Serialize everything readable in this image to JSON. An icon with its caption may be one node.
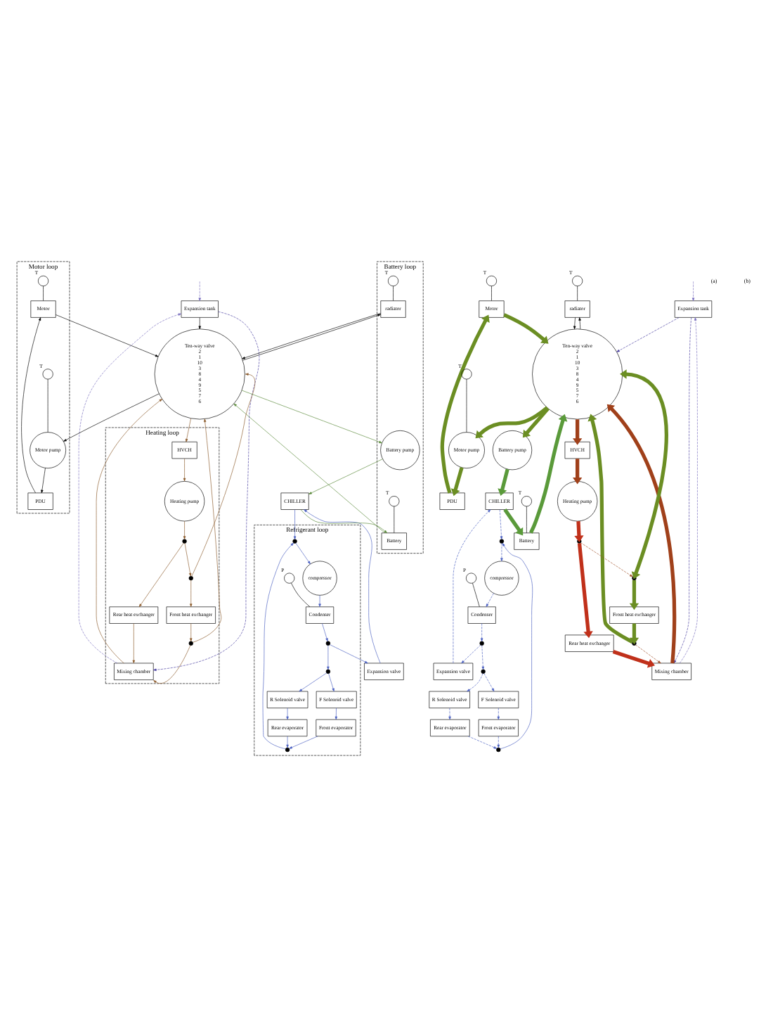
{
  "diagram": {
    "nodes": [
      {
        "text": [
          "Motor loop"
        ]
      },
      {
        "text": [
          "Motor"
        ],
        "in": 0
      },
      {
        "text": [
          "PDU"
        ],
        "in": 0
      },
      {
        "text": [
          "Motor pump"
        ],
        "in": 0
      },
      {
        "text": [],
        "shape": "circle",
        "beside": [
          "T"
        ],
        "in": 0
      },
      {
        "text": [],
        "shape": "circle",
        "beside": [
          "T"
        ],
        "in": 0
      },
      {
        "text": [
          "Expansion tank"
        ]
      },
      {
        "text": [
          "Refrigerant loop"
        ]
      },
      {
        "text": [
          "R Solenoid valve"
        ],
        "in": 7
      },
      {
        "text": [
          "F Solenoid valve"
        ],
        "in": 7
      },
      {
        "text": [
          "Rear evaporator"
        ],
        "in": 7
      },
      {
        "text": [
          "Front evaporator"
        ],
        "in": 7
      },
      {
        "text": [
          "Condenser"
        ],
        "in": 7
      },
      {
        "text": [
          "compressor"
        ],
        "in": 7
      },
      {
        "text": [],
        "shape": "circle",
        "beside": [
          "P"
        ],
        "in": 7
      },
      {
        "text": [
          "Expansion valve"
        ]
      },
      {
        "text": [],
        "shape": "dot",
        "in": 7
      },
      {
        "text": [],
        "shape": "dot",
        "in": 7
      },
      {
        "text": [],
        "shape": "dot",
        "in": 7
      },
      {
        "text": [],
        "shape": "dot",
        "in": 7
      },
      {
        "text": [
          "Battery loop"
        ]
      },
      {
        "text": [
          "Battery pump"
        ],
        "in": 20
      },
      {
        "text": [
          "CHILLER"
        ]
      },
      {
        "text": [
          "radiator"
        ],
        "in": 20
      },
      {
        "text": [],
        "shape": "circle",
        "beside": [
          "T"
        ],
        "in": 20
      },
      {
        "text": [],
        "shape": "circle",
        "beside": [
          "T"
        ],
        "in": 20
      },
      {
        "text": [
          "Battery"
        ],
        "in": 20
      },
      {
        "text": [
          "Heating loop"
        ]
      },
      {
        "text": [
          "Mixing chamber"
        ],
        "in": 27
      },
      {
        "text": [
          "Front heat exchanger"
        ],
        "in": 27
      },
      {
        "text": [
          "Rear heat exchanger"
        ],
        "in": 27
      },
      {
        "text": [
          "HVCH"
        ],
        "in": 27
      },
      {
        "text": [
          "Heating pump"
        ],
        "in": 27
      },
      {
        "text": [],
        "shape": "dot",
        "in": 27
      },
      {
        "text": [],
        "shape": "dot",
        "in": 27
      },
      {
        "text": [],
        "shape": "dot",
        "in": 27
      },
      {
        "text": [
          "Ten-way valve",
          "2",
          "1",
          "10",
          "3",
          "8",
          "4",
          "9",
          "5",
          "7",
          "6"
        ]
      },
      {
        "text": [
          "Motor"
        ]
      },
      {
        "text": [
          "PDU"
        ]
      },
      {
        "text": [
          "Motor pump"
        ]
      },
      {
        "text": [],
        "shape": "circle",
        "beside": [
          "T"
        ]
      },
      {
        "text": [],
        "shape": "circle",
        "beside": [
          "T"
        ]
      },
      {
        "text": [
          "Expansion tank"
        ]
      },
      {
        "text": [
          "R Solenoid valve"
        ]
      },
      {
        "text": [
          "F Solenoid valve"
        ]
      },
      {
        "text": [
          "Rear evaporator"
        ]
      },
      {
        "text": [
          "Front evaporator"
        ]
      },
      {
        "text": [
          "Condenser"
        ]
      },
      {
        "text": [
          "compressor"
        ]
      },
      {
        "text": [],
        "shape": "circle",
        "beside": [
          "P"
        ]
      },
      {
        "text": [
          "Expansion valve"
        ]
      },
      {
        "text": [],
        "shape": "dot"
      },
      {
        "text": [],
        "shape": "dot"
      },
      {
        "text": [],
        "shape": "dot"
      },
      {
        "text": [],
        "shape": "dot"
      },
      {
        "text": [
          "Battery pump"
        ]
      },
      {
        "text": [
          "CHILLER"
        ]
      },
      {
        "text": [
          "radiator"
        ]
      },
      {
        "text": [],
        "shape": "circle",
        "beside": [
          "T"
        ]
      },
      {
        "text": [],
        "shape": "circle",
        "beside": [
          "T"
        ]
      },
      {
        "text": [
          "Battery"
        ]
      },
      {
        "text": [
          "Mixing chamber"
        ]
      },
      {
        "text": [
          "Front heat exchanger"
        ]
      },
      {
        "text": [
          "Rear heat exchanger"
        ]
      },
      {
        "text": [
          "HVCH"
        ]
      },
      {
        "text": [
          "Heating pump"
        ]
      },
      {
        "text": [],
        "shape": "dot"
      },
      {
        "text": [],
        "shape": "dot"
      },
      {
        "text": [],
        "shape": "dot"
      },
      {
        "text": [
          "Ten-way valve",
          "2",
          "1",
          "10",
          "3",
          "8",
          "4",
          "9",
          "5",
          "7",
          "6"
        ]
      }
    ],
    "edges": [
      {
        "from": 17,
        "to": 16,
        "arrow": "to",
        "color": "#4a5fc1"
      },
      {
        "from": 16,
        "to": 8,
        "arrow": "to",
        "color": "#4a5fc1"
      },
      {
        "from": 8,
        "to": 10,
        "arrow": "to",
        "color": "#4a5fc1"
      },
      {
        "from": 16,
        "to": 9,
        "arrow": "to",
        "color": "#4a5fc1"
      },
      {
        "from": 9,
        "to": 11,
        "arrow": "to",
        "color": "#4a5fc1"
      },
      {
        "from": 10,
        "to": 18,
        "arrow": "to",
        "color": "#4a5fc1"
      },
      {
        "from": 11,
        "to": 18,
        "arrow": "to",
        "color": "#4a5fc1"
      },
      {
        "from": 18,
        "to": 19,
        "arrow": "to",
        "color": "#4a5fc1"
      },
      {
        "from": 19,
        "to": 13,
        "arrow": "to",
        "color": "#4a5fc1"
      },
      {
        "from": 13,
        "to": 12,
        "arrow": "to",
        "color": "#4a5fc1"
      },
      {
        "from": 12,
        "to": 17,
        "arrow": "to",
        "color": "#4a5fc1"
      },
      {
        "from": 14,
        "to": 12,
        "arrow": "none",
        "color": "#000000"
      },
      {
        "from": 17,
        "to": 15,
        "arrow": "to",
        "color": "#4a5fc1"
      },
      {
        "from": 15,
        "to": 22,
        "arrow": "to",
        "color": "#4a5fc1"
      },
      {
        "from": 22,
        "to": 19,
        "arrow": "to",
        "color": "#4a5fc1"
      },
      {
        "from": 1,
        "to": 36,
        "arrow": "to",
        "color": "#000000"
      },
      {
        "from": 6,
        "to": 36,
        "arrow": "to",
        "color": "#000000"
      },
      {
        "from": 4,
        "to": 1,
        "arrow": "none",
        "color": "#000000"
      },
      {
        "from": 36,
        "to": 3,
        "arrow": "to",
        "color": "#000000"
      },
      {
        "from": 3,
        "to": 2,
        "arrow": "to",
        "color": "#000000"
      },
      {
        "from": 2,
        "to": 1,
        "arrow": "to",
        "color": "#000000"
      },
      {
        "from": 5,
        "to": 3,
        "arrow": "none",
        "color": "#000000"
      },
      {
        "from": 36,
        "to": 21,
        "arrow": "to",
        "color": "#5a8a3a"
      },
      {
        "from": 21,
        "to": 22,
        "arrow": "to",
        "color": "#5a8a3a"
      },
      {
        "from": 36,
        "to": 23,
        "arrow": "to",
        "color": "#000000"
      },
      {
        "from": 23,
        "to": 36,
        "arrow": "to",
        "color": "#000000"
      },
      {
        "from": 24,
        "to": 23,
        "arrow": "none",
        "color": "#000000"
      },
      {
        "from": 22,
        "to": 26,
        "arrow": "to",
        "color": "#5a8a3a"
      },
      {
        "from": 25,
        "to": 26,
        "arrow": "none",
        "color": "#000000"
      },
      {
        "from": 26,
        "to": 36,
        "arrow": "to",
        "color": "#5a8a3a"
      },
      {
        "from": 28,
        "to": 36,
        "arrow": "to",
        "color": "#8b5a2b"
      },
      {
        "from": 33,
        "to": 36,
        "arrow": "to",
        "color": "#8b5a2b"
      },
      {
        "from": 29,
        "to": 33,
        "arrow": "to",
        "color": "#8b5a2b"
      },
      {
        "from": 33,
        "to": 28,
        "arrow": "to",
        "color": "#8b5a2b"
      },
      {
        "from": 34,
        "to": 36,
        "arrow": "to",
        "color": "#8b5a2b"
      },
      {
        "from": 34,
        "to": 29,
        "arrow": "to",
        "color": "#8b5a2b"
      },
      {
        "from": 35,
        "to": 34,
        "arrow": "to",
        "color": "#8b5a2b"
      },
      {
        "from": 35,
        "to": 30,
        "arrow": "to",
        "color": "#8b5a2b"
      },
      {
        "from": 30,
        "to": 28,
        "arrow": "to",
        "color": "#8b5a2b"
      },
      {
        "from": 36,
        "to": 31,
        "arrow": "to",
        "color": "#8b5a2b"
      },
      {
        "from": 31,
        "to": 32,
        "arrow": "to",
        "color": "#8b5a2b"
      },
      {
        "from": 32,
        "to": 35,
        "arrow": "to",
        "color": "#8b5a2b"
      },
      {
        "from": 28,
        "to": 6,
        "arrow": "to",
        "style": "dashed",
        "color": "#7a6fbf"
      },
      {
        "from": null,
        "to": 6,
        "arrow": "to",
        "style": "dashed",
        "color": "#7a6fbf"
      },
      {
        "from": 6,
        "to": 28,
        "arrow": "to",
        "style": "dashed",
        "color": "#4a3fa0"
      },
      {
        "from": 52,
        "to": 51,
        "arrow": "to",
        "style": "dashed",
        "color": "#4a5fc1"
      },
      {
        "from": 51,
        "to": 43,
        "arrow": "to",
        "style": "dashed",
        "color": "#4a5fc1"
      },
      {
        "from": 43,
        "to": 45,
        "arrow": "to",
        "style": "dashed",
        "color": "#4a5fc1"
      },
      {
        "from": 51,
        "to": 44,
        "arrow": "to",
        "style": "dashed",
        "color": "#4a5fc1"
      },
      {
        "from": 44,
        "to": 46,
        "arrow": "to",
        "style": "dashed",
        "color": "#4a5fc1"
      },
      {
        "from": 45,
        "to": 53,
        "arrow": "to",
        "style": "dashed",
        "color": "#4a5fc1"
      },
      {
        "from": 46,
        "to": 53,
        "arrow": "to",
        "style": "dashed",
        "color": "#4a5fc1"
      },
      {
        "from": 53,
        "to": 54,
        "arrow": "to",
        "color": "#4a5fc1"
      },
      {
        "from": 54,
        "to": 48,
        "arrow": "to",
        "style": "dashed",
        "color": "#4a5fc1"
      },
      {
        "from": 48,
        "to": 47,
        "arrow": "to",
        "style": "dashed",
        "color": "#4a5fc1"
      },
      {
        "from": 47,
        "to": 52,
        "arrow": "to",
        "style": "dashed",
        "color": "#4a5fc1"
      },
      {
        "from": 49,
        "to": 47,
        "arrow": "none",
        "color": "#000000"
      },
      {
        "from": 52,
        "to": 50,
        "arrow": "to",
        "style": "dashed",
        "color": "#4a5fc1"
      },
      {
        "from": 50,
        "to": 56,
        "arrow": "to",
        "style": "dashed",
        "color": "#4a5fc1"
      },
      {
        "from": 56,
        "to": 54,
        "arrow": "to",
        "style": "dashed",
        "color": "#4a5fc1"
      },
      {
        "from": 37,
        "to": 69,
        "arrow": "to",
        "style": "thick",
        "color": "#6b8e23"
      },
      {
        "from": 42,
        "to": 69,
        "arrow": "to",
        "style": "dashed",
        "color": "#4a3fa0"
      },
      {
        "from": 40,
        "to": 37,
        "arrow": "none",
        "color": "#000000"
      },
      {
        "from": 69,
        "to": 39,
        "arrow": "to",
        "style": "thick",
        "color": "#6b8e23"
      },
      {
        "from": 39,
        "to": 38,
        "arrow": "to",
        "style": "thick",
        "color": "#6b8e23"
      },
      {
        "from": 38,
        "to": 37,
        "arrow": "to",
        "style": "thick",
        "color": "#6b8e23"
      },
      {
        "from": 41,
        "to": 39,
        "arrow": "none",
        "color": "#000000"
      },
      {
        "from": 69,
        "to": 55,
        "arrow": "to",
        "style": "thick",
        "color": "#6b8e23"
      },
      {
        "from": 55,
        "to": 56,
        "arrow": "to",
        "style": "thick",
        "color": "#5a9a3a"
      },
      {
        "from": 69,
        "to": 57,
        "arrow": "to",
        "color": "#000000"
      },
      {
        "from": 57,
        "to": 69,
        "arrow": "to",
        "color": "#000000"
      },
      {
        "from": 58,
        "to": 57,
        "arrow": "none",
        "color": "#000000"
      },
      {
        "from": 56,
        "to": 60,
        "arrow": "to",
        "style": "thick",
        "color": "#5a9a3a"
      },
      {
        "from": 59,
        "to": 60,
        "arrow": "none",
        "color": "#000000"
      },
      {
        "from": 60,
        "to": 69,
        "arrow": "to",
        "style": "thick",
        "color": "#5a9a3a"
      },
      {
        "from": 61,
        "to": 69,
        "arrow": "to",
        "style": "thick",
        "color": "#a0401a"
      },
      {
        "from": 66,
        "to": 69,
        "arrow": "to",
        "style": "thick",
        "color": "#6b8e23"
      },
      {
        "from": 62,
        "to": 66,
        "arrow": "to",
        "style": "thick",
        "color": "#6b8e23"
      },
      {
        "from": 66,
        "to": 61,
        "arrow": "to",
        "style": "dashed",
        "color": "#a0522d"
      },
      {
        "from": 67,
        "to": 69,
        "arrow": "both",
        "style": "thick",
        "color": "#6b8e23"
      },
      {
        "from": 67,
        "to": 62,
        "arrow": "to",
        "style": "thick",
        "color": "#6b8e23"
      },
      {
        "from": 68,
        "to": 67,
        "arrow": "to",
        "style": "dashed",
        "color": "#a0522d"
      },
      {
        "from": 68,
        "to": 63,
        "arrow": "to",
        "style": "thick",
        "color": "#c0301a"
      },
      {
        "from": 63,
        "to": 61,
        "arrow": "to",
        "style": "thick",
        "color": "#c0301a"
      },
      {
        "from": 69,
        "to": 64,
        "arrow": "to",
        "style": "thick",
        "color": "#a0401a"
      },
      {
        "from": 64,
        "to": 65,
        "arrow": "to",
        "style": "thick",
        "color": "#a0401a"
      },
      {
        "from": 65,
        "to": 68,
        "arrow": "to",
        "style": "thick",
        "color": "#c0301a"
      },
      {
        "from": 61,
        "to": 42,
        "arrow": "to",
        "style": "dashed",
        "color": "#7a6fbf"
      },
      {
        "from": null,
        "to": 42,
        "arrow": "to",
        "style": "dashed",
        "color": "#7a6fbf"
      },
      {
        "from": 42,
        "to": 61,
        "arrow": "to",
        "style": "dashed",
        "color": "#4a3fa0"
      }
    ],
    "labels": [
      "(a)",
      "(b)"
    ]
  }
}
